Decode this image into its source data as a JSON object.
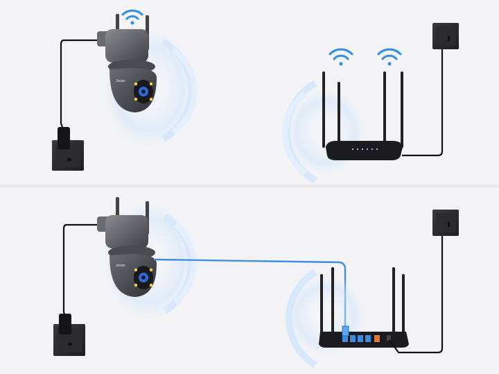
{
  "scene": {
    "description_layout": "two-panels",
    "panels": [
      {
        "id": "wireless",
        "connection": "wifi"
      },
      {
        "id": "wired",
        "connection": "ethernet"
      }
    ],
    "colors": {
      "background": "#f3f3f5",
      "signal_blue": "#2f8fe6",
      "cable_blue": "#3f8ee0",
      "camera_body": "#6d6e73",
      "router_body": "#1c1c20",
      "outlet": "#2a2a2e"
    },
    "camera_brand_text": "Jooan"
  }
}
